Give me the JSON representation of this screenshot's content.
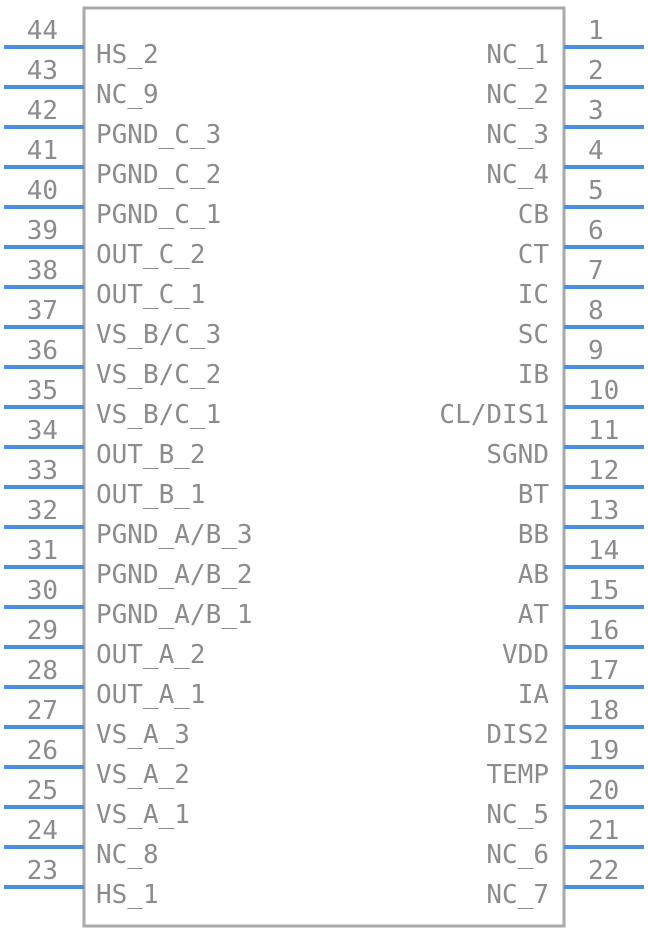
{
  "component": {
    "body_color": "#aaaaaa",
    "pin_color": "#4a90d9",
    "text_color": "#8c8c8c",
    "left_pins": [
      {
        "number": "44",
        "name": "HS_2"
      },
      {
        "number": "43",
        "name": "NC_9"
      },
      {
        "number": "42",
        "name": "PGND_C_3"
      },
      {
        "number": "41",
        "name": "PGND_C_2"
      },
      {
        "number": "40",
        "name": "PGND_C_1"
      },
      {
        "number": "39",
        "name": "OUT_C_2"
      },
      {
        "number": "38",
        "name": "OUT_C_1"
      },
      {
        "number": "37",
        "name": "VS_B/C_3"
      },
      {
        "number": "36",
        "name": "VS_B/C_2"
      },
      {
        "number": "35",
        "name": "VS_B/C_1"
      },
      {
        "number": "34",
        "name": "OUT_B_2"
      },
      {
        "number": "33",
        "name": "OUT_B_1"
      },
      {
        "number": "32",
        "name": "PGND_A/B_3"
      },
      {
        "number": "31",
        "name": "PGND_A/B_2"
      },
      {
        "number": "30",
        "name": "PGND_A/B_1"
      },
      {
        "number": "29",
        "name": "OUT_A_2"
      },
      {
        "number": "28",
        "name": "OUT_A_1"
      },
      {
        "number": "27",
        "name": "VS_A_3"
      },
      {
        "number": "26",
        "name": "VS_A_2"
      },
      {
        "number": "25",
        "name": "VS_A_1"
      },
      {
        "number": "24",
        "name": "NC_8"
      },
      {
        "number": "23",
        "name": "HS_1"
      }
    ],
    "right_pins": [
      {
        "number": "1",
        "name": "NC_1"
      },
      {
        "number": "2",
        "name": "NC_2"
      },
      {
        "number": "3",
        "name": "NC_3"
      },
      {
        "number": "4",
        "name": "NC_4"
      },
      {
        "number": "5",
        "name": "CB"
      },
      {
        "number": "6",
        "name": "CT"
      },
      {
        "number": "7",
        "name": "IC"
      },
      {
        "number": "8",
        "name": "SC"
      },
      {
        "number": "9",
        "name": "IB"
      },
      {
        "number": "10",
        "name": "CL/DIS1"
      },
      {
        "number": "11",
        "name": "SGND"
      },
      {
        "number": "12",
        "name": "BT"
      },
      {
        "number": "13",
        "name": "BB"
      },
      {
        "number": "14",
        "name": "AB"
      },
      {
        "number": "15",
        "name": "AT"
      },
      {
        "number": "16",
        "name": "VDD"
      },
      {
        "number": "17",
        "name": "IA"
      },
      {
        "number": "18",
        "name": "DIS2"
      },
      {
        "number": "19",
        "name": "TEMP"
      },
      {
        "number": "20",
        "name": "NC_5"
      },
      {
        "number": "21",
        "name": "NC_6"
      },
      {
        "number": "22",
        "name": "NC_7"
      }
    ]
  }
}
